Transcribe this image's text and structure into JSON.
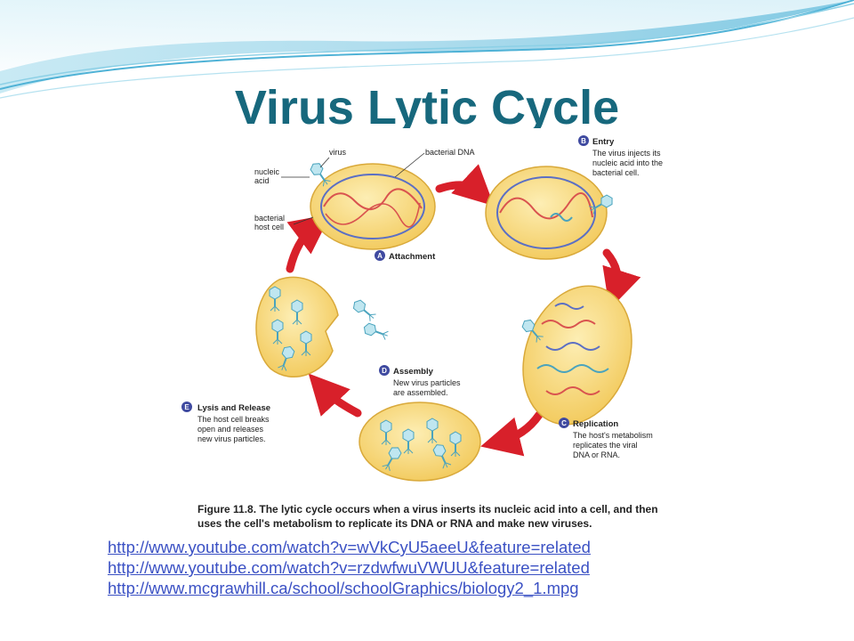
{
  "slide": {
    "title": "Virus Lytic Cycle"
  },
  "figure": {
    "labels": {
      "virus": "virus",
      "nucleic_acid_1": "nucleic",
      "nucleic_acid_2": "acid",
      "bacterial_dna": "bacterial DNA",
      "host_cell_1": "bacterial",
      "host_cell_2": "host cell"
    },
    "stages": [
      {
        "letter": "A",
        "name": "Attachment",
        "lines": []
      },
      {
        "letter": "B",
        "name": "Entry",
        "lines": [
          "The virus injects its",
          "nucleic acid into the",
          "bacterial cell."
        ]
      },
      {
        "letter": "C",
        "name": "Replication",
        "lines": [
          "The host's metabolism",
          "replicates the viral",
          "DNA or RNA."
        ]
      },
      {
        "letter": "D",
        "name": "Assembly",
        "lines": [
          "New virus particles",
          "are assembled."
        ]
      },
      {
        "letter": "E",
        "name": "Lysis and Release",
        "lines": [
          "The host cell breaks",
          "open and releases",
          "new virus particles."
        ]
      }
    ],
    "caption": {
      "figure_number": "Figure 11.8.",
      "text": "The lytic cycle occurs when a virus inserts its nucleic acid into a cell, and then uses the cell's metabolism to replicate its DNA or RNA and make new viruses."
    }
  },
  "links": [
    "http://www.youtube.com/watch?v=wVkCyU5aeeU&feature=related",
    "http://www.youtube.com/watch?v=rzdwfwuVWUU&feature=related",
    "http://www.mcgrawhill.ca/school/schoolGraphics/biology2_1.mpg"
  ],
  "colors": {
    "title": "#17687d",
    "cell_fill": "#f6d77a",
    "cell_stroke": "#d9a93a",
    "arrow": "#d8202a",
    "dna_red": "#d9534f",
    "dna_blue": "#5b6fc4",
    "virus": "#7fc6d8",
    "badge": "#3f4aa0",
    "link": "#3b51c4"
  }
}
